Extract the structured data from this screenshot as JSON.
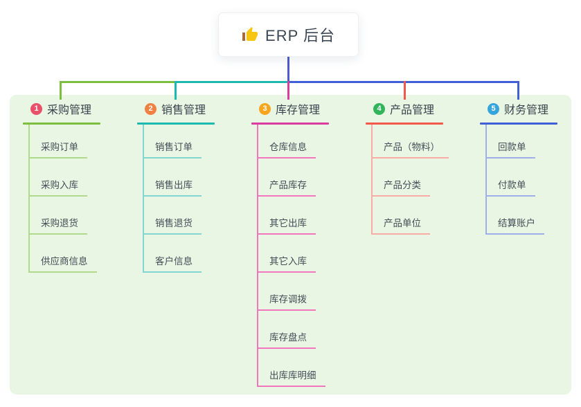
{
  "root": {
    "label": "ERP 后台",
    "icon": "thumbs-up-icon",
    "connector_color": "#4c5ccc"
  },
  "panel": {
    "background": "#e8f6e3"
  },
  "branches": [
    {
      "num": "1",
      "label": "采购管理",
      "badge_color": "#e9506a",
      "main_color": "#7cbe3e",
      "light_color": "#b1d98b",
      "children": [
        "采购订单",
        "采购入库",
        "采购退货",
        "供应商信息"
      ]
    },
    {
      "num": "2",
      "label": "销售管理",
      "badge_color": "#f08142",
      "main_color": "#1bb9ae",
      "light_color": "#82d8d0",
      "children": [
        "销售订单",
        "销售出库",
        "销售退货",
        "客户信息"
      ]
    },
    {
      "num": "3",
      "label": "库存管理",
      "badge_color": "#f7a61c",
      "main_color": "#db3a9e",
      "light_color": "#f176bd",
      "children": [
        "仓库信息",
        "产品库存",
        "其它出库",
        "其它入库",
        "库存调拨",
        "库存盘点",
        "出库库明细"
      ]
    },
    {
      "num": "4",
      "label": "产品管理",
      "badge_color": "#31b45a",
      "main_color": "#f2574b",
      "light_color": "#f9aca5",
      "children": [
        "产品（物料）",
        "产品分类",
        "产品单位"
      ]
    },
    {
      "num": "5",
      "label": "财务管理",
      "badge_color": "#35a5dc",
      "main_color": "#415fd6",
      "light_color": "#9fb0e8",
      "children": [
        "回款单",
        "付款单",
        "结算账户"
      ]
    }
  ]
}
